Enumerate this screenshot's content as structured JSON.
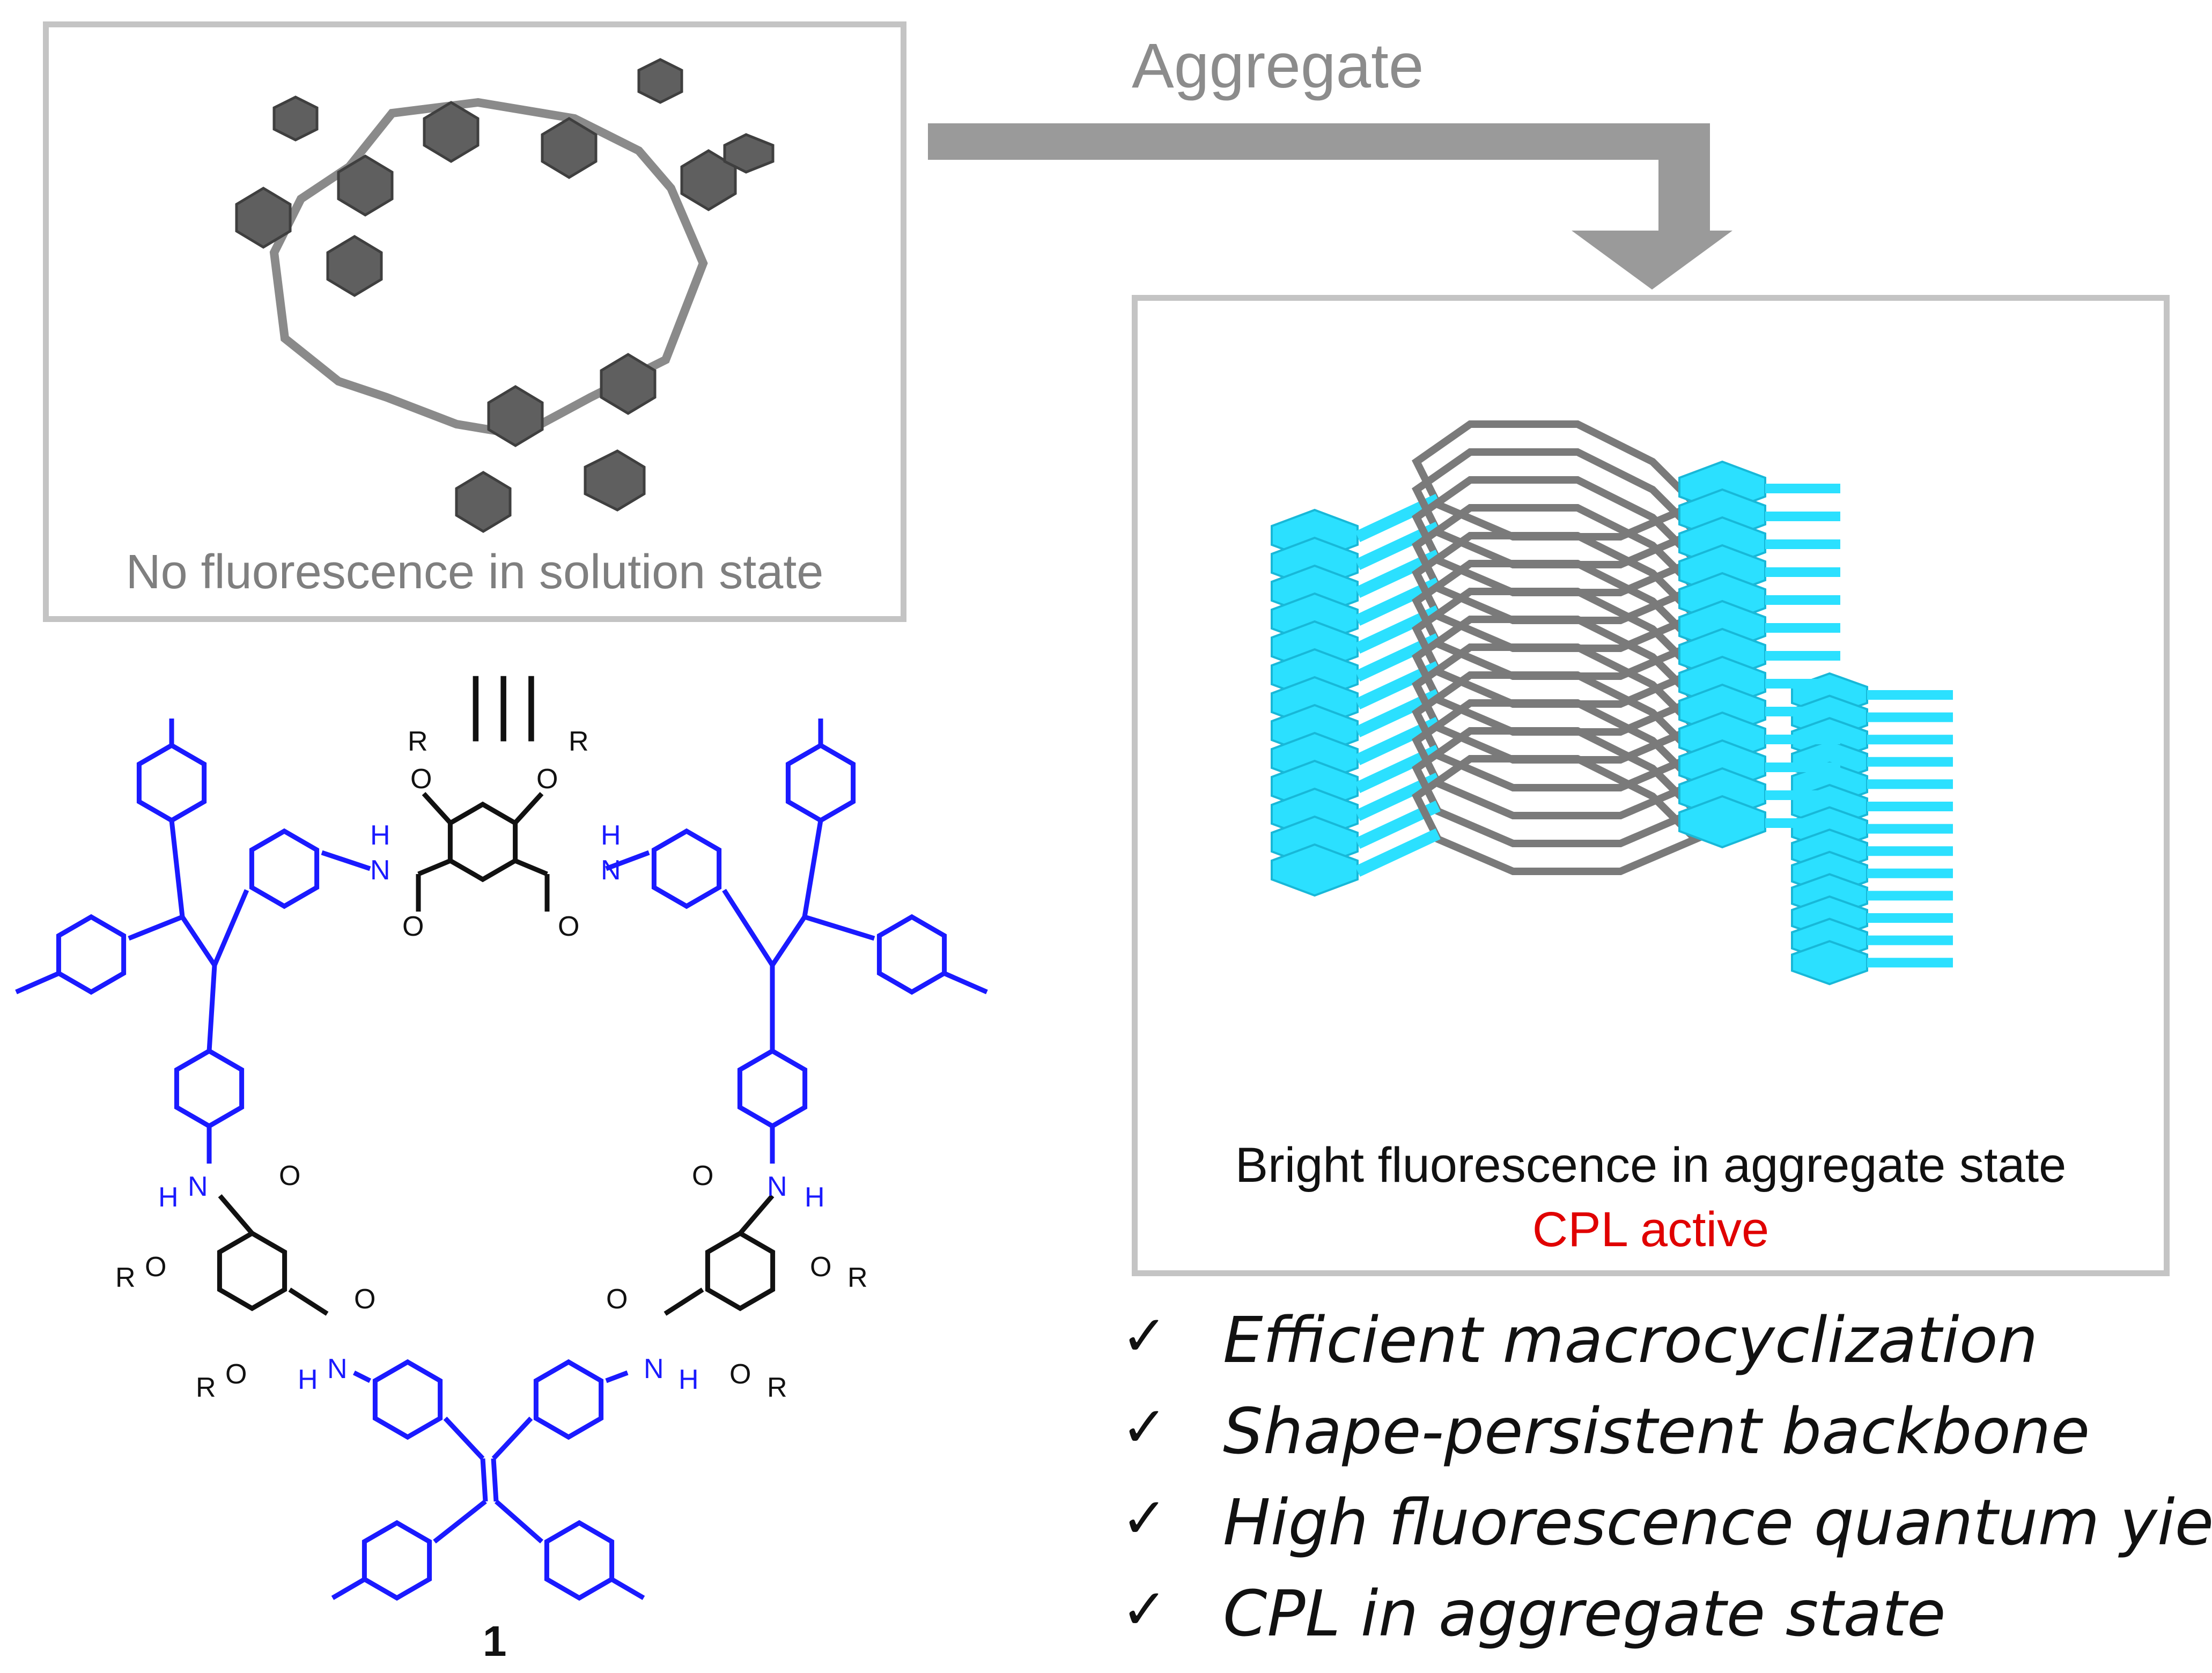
{
  "title_arrow": {
    "label": "Aggregate"
  },
  "solution_panel": {
    "caption": "No fluorescence in solution state"
  },
  "aggregate_panel": {
    "caption_line1": "Bright fluorescence in aggregate state",
    "caption_line2": "CPL active",
    "caption_line2_color": "#e00000"
  },
  "equivalence_symbol": "|||",
  "compound_label": "1",
  "colors": {
    "tpe_blue": "#1a1aff",
    "core_black": "#111111",
    "stack_cyan": "#2be0ff",
    "ring_gray": "#7a7a7a",
    "frame_gray": "#c4c4c4"
  },
  "structure_atoms": {
    "R": "R",
    "O": "O",
    "N": "N",
    "H": "H"
  },
  "features": [
    {
      "check": "✓",
      "text": "Efficient macrocyclization"
    },
    {
      "check": "✓",
      "text": "Shape-persistent backbone"
    },
    {
      "check": "✓",
      "text": "High fluorescence quantum yield"
    },
    {
      "check": "✓",
      "text": "CPL in aggregate state"
    }
  ]
}
